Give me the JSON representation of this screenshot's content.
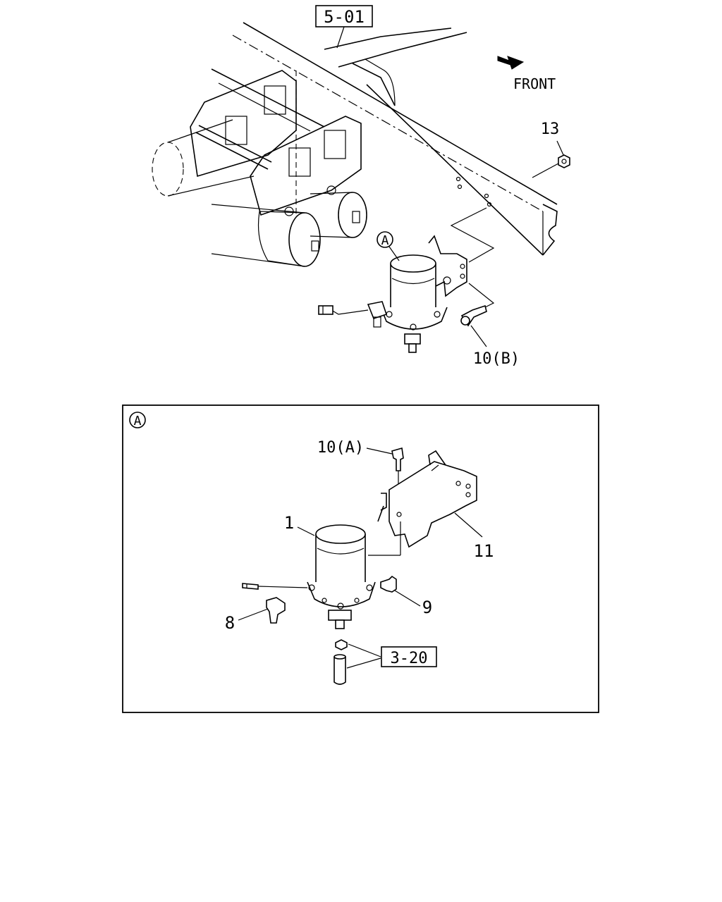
{
  "labels": {
    "ref_frame": "5-01",
    "front": "FRONT",
    "nut": "13",
    "bolt_b": "10(B)",
    "detail_mark": "A",
    "detail_frame_mark": "A",
    "bolt_a": "10(A)",
    "dryer": "1",
    "bracket": "11",
    "fitting_9": "9",
    "fitting_8": "8",
    "ref_drain": "3-20"
  }
}
